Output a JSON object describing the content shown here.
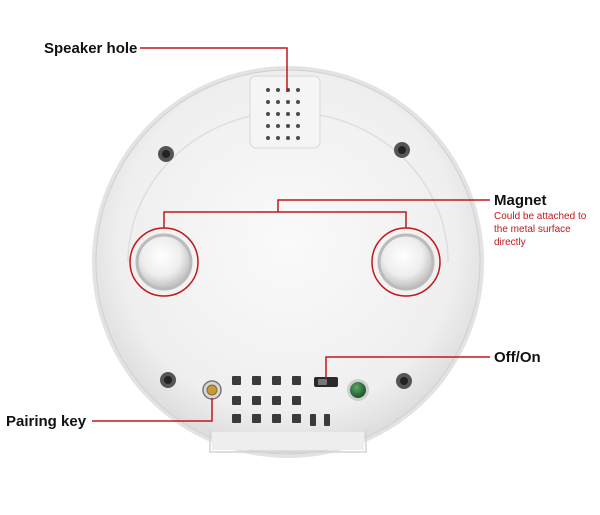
{
  "labels": {
    "speaker_hole": "Speaker hole",
    "magnet": "Magnet",
    "magnet_note_1": "Could be attached to",
    "magnet_note_2": "the metal surface",
    "magnet_note_3": "directly",
    "off_on": "Off/On",
    "pairing_key": "Pairing key"
  },
  "colors": {
    "callout": "#c0191b",
    "device_body": "#f1f1f1",
    "device_edge": "#d6d6d6",
    "led": "#2f7a3a"
  }
}
